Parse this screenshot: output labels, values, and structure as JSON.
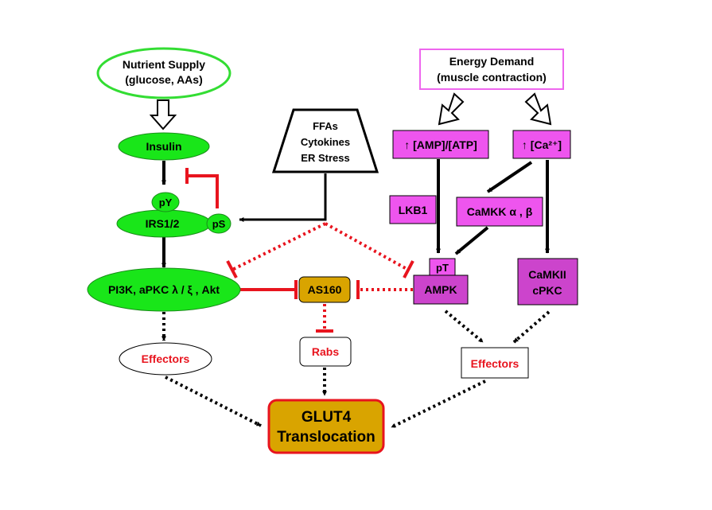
{
  "colors": {
    "green_fill": "#19e619",
    "green_outline": "#1a8c1a",
    "nutrient_outline": "#33dd33",
    "magenta_fill": "#ee55ee",
    "magenta_dark_fill": "#cc44cc",
    "magenta_outline": "#ee66ee",
    "gold_fill": "#d9a400",
    "inhibit_red": "#e8141e",
    "black": "#000000"
  },
  "nodes": {
    "nutrient_supply": {
      "line1": "Nutrient Supply",
      "line2": "(glucose, AAs)"
    },
    "insulin": {
      "label": "Insulin"
    },
    "py": {
      "label": "pY"
    },
    "irs": {
      "label": "IRS1/2"
    },
    "ps": {
      "label": "pS"
    },
    "pi3k": {
      "label": "PI3K, aPKC λ / ξ , Akt"
    },
    "effectors_left": {
      "label": "Effectors"
    },
    "stress": {
      "line1": "FFAs",
      "line2": "Cytokines",
      "line3": "ER Stress"
    },
    "as160": {
      "label": "AS160"
    },
    "rabs": {
      "label": "Rabs"
    },
    "glut4": {
      "line1": "GLUT4",
      "line2": "Translocation"
    },
    "energy_demand": {
      "line1": "Energy Demand",
      "line2": "(muscle contraction)"
    },
    "amp_atp": {
      "label": "↑ [AMP]/[ATP]"
    },
    "ca": {
      "label": "↑ [Ca²⁺]"
    },
    "lkb1": {
      "label": "LKB1"
    },
    "camkk": {
      "label": "CaMKK α , β"
    },
    "pt": {
      "label": "pT"
    },
    "ampk": {
      "label": "AMPK"
    },
    "camkii": {
      "line1": "CaMKII",
      "line2": "cPKC"
    },
    "effectors_right": {
      "label": "Effectors"
    }
  }
}
